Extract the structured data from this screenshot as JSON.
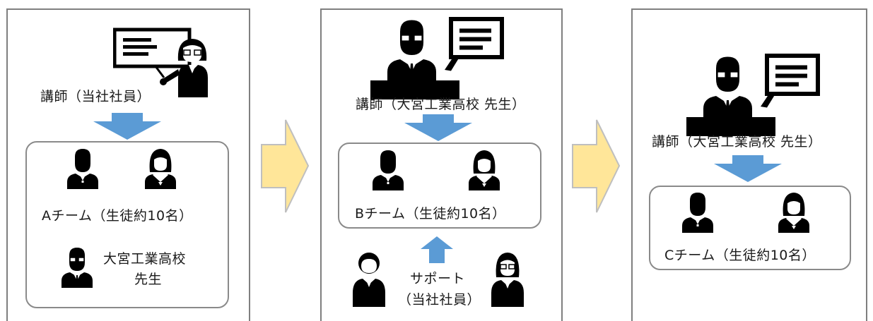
{
  "colors": {
    "down_arrow": "#5b9bd5",
    "big_arrow_fill": "#ffe699",
    "big_arrow_stroke": "#bfbfbf",
    "panel_border": "#7f7f7f",
    "icon": "#000000"
  },
  "stage1": {
    "instructor_icon": "female-teacher-icon",
    "instructor_label": "講師（当社社員）",
    "team_label": "Aチーム（生徒約10名）",
    "teacher_line1": "大宮工業高校",
    "teacher_line2": "先生"
  },
  "stage2": {
    "instructor_icon": "male-lecturer-podium-icon",
    "instructor_label": "講師（大宮工業高校 先生）",
    "team_label": "Bチーム（生徒約10名）",
    "support_line1": "サポート",
    "support_line2": "（当社社員）"
  },
  "stage3": {
    "instructor_icon": "male-lecturer-podium-icon",
    "instructor_label": "講師（大宮工業高校 先生）",
    "team_label": "Cチーム（生徒約10名）"
  }
}
